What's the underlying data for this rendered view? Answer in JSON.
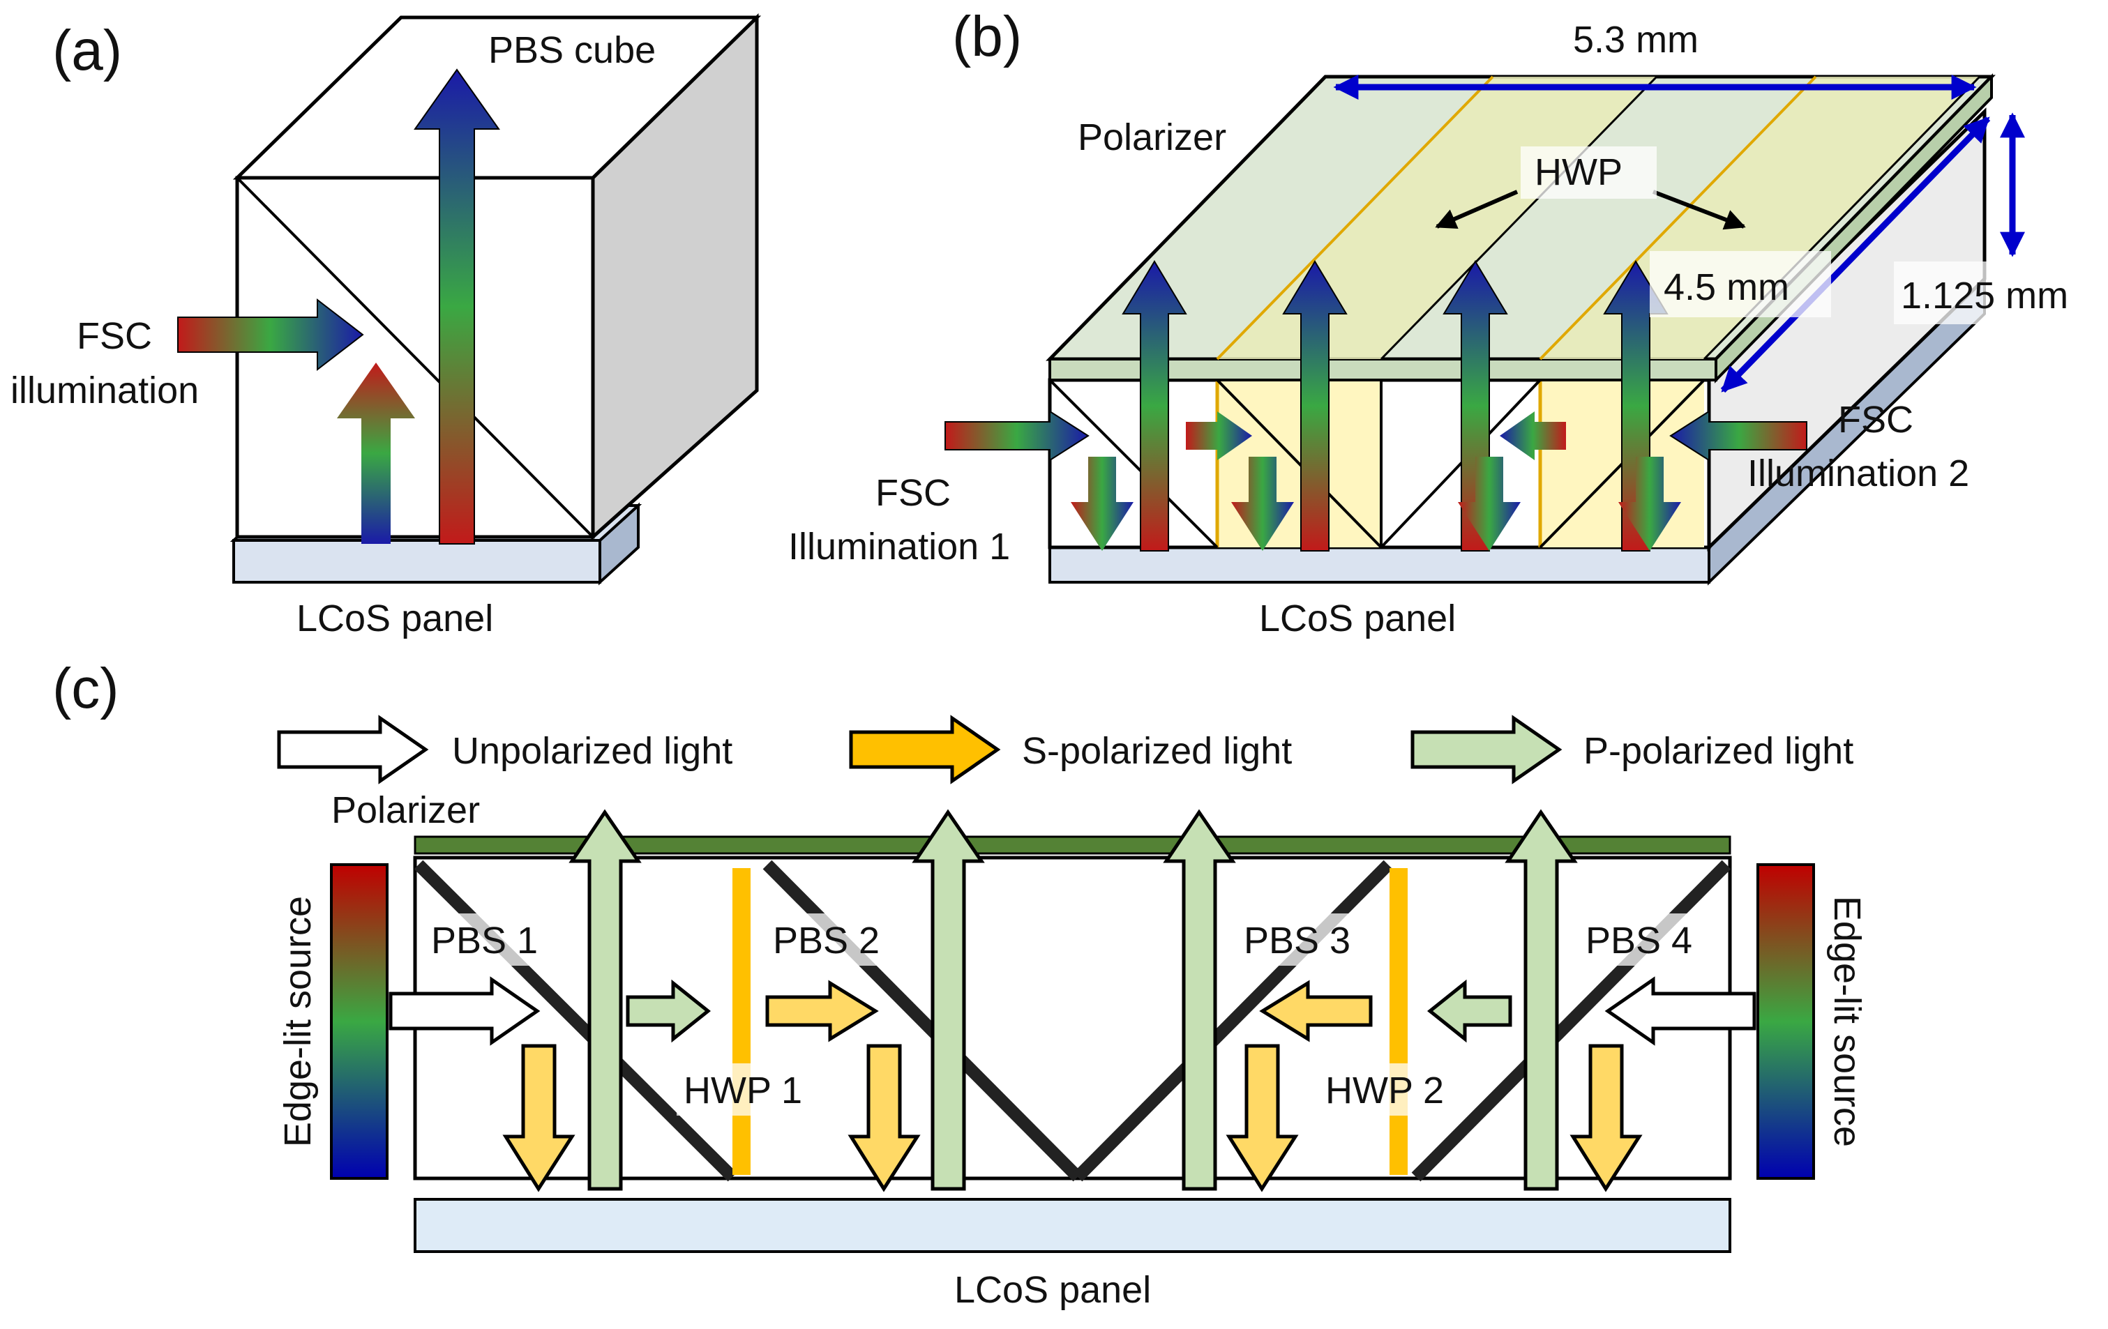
{
  "panel_a": {
    "letter": "(a)",
    "pbs_cube": "PBS cube",
    "fsc_line1": "FSC",
    "fsc_line2": "illumination",
    "lcos": "LCoS panel"
  },
  "panel_b": {
    "letter": "(b)",
    "polarizer": "Polarizer",
    "hwp": "HWP",
    "dim_width": "5.3 mm",
    "dim_depth": "4.5 mm",
    "dim_height": "1.125 mm",
    "fsc1_line1": "FSC",
    "fsc1_line2": "Illumination 1",
    "fsc2_line1": "FSC",
    "fsc2_line2": "Illumination 2",
    "lcos": "LCoS panel"
  },
  "panel_c": {
    "letter": "(c)",
    "legend": {
      "unpolarized": "Unpolarized light",
      "s_polarized": "S-polarized light",
      "p_polarized": "P-polarized light"
    },
    "polarizer": "Polarizer",
    "pbs1": "PBS 1",
    "pbs2": "PBS 2",
    "pbs3": "PBS 3",
    "pbs4": "PBS 4",
    "hwp1": "HWP 1",
    "hwp2": "HWP 2",
    "edge_left": "Edge-lit source",
    "edge_right": "Edge-lit source",
    "lcos": "LCoS panel"
  },
  "colors": {
    "gradient_top": "#1a1aa8",
    "gradient_mid": "#3aa843",
    "gradient_bottom": "#c21a1a",
    "s_polarized": "#ffd966",
    "s_polarized_border": "#f0b400",
    "p_polarized": "#c6e0b4",
    "polarizer": "#548235",
    "hwp": "#ffc000",
    "lcos": "#deebf7",
    "dimension": "#0000cc"
  }
}
